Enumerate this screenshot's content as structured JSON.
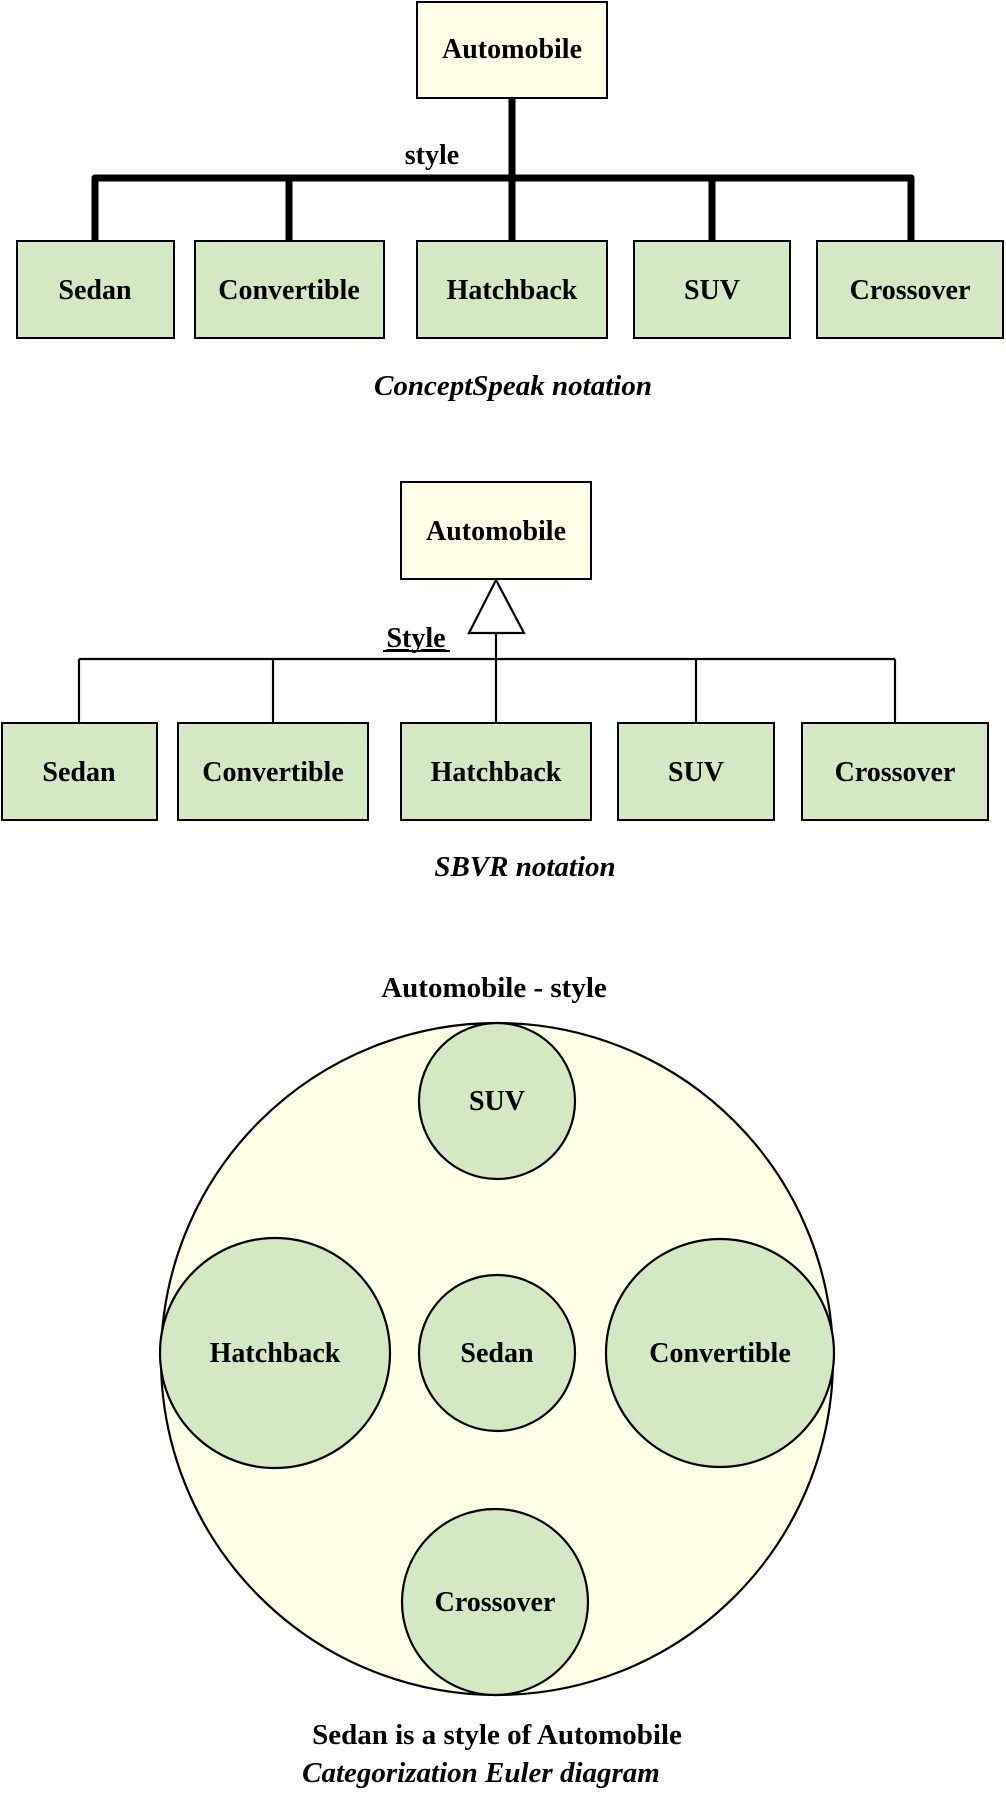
{
  "colors": {
    "supertype_fill": "#fefee6",
    "subtype_fill": "#d5e8c4",
    "stroke": "#000000",
    "background": "#ffffff"
  },
  "conceptspeak": {
    "supertype": "Automobile",
    "facet_label": "style",
    "subtypes": [
      "Sedan",
      "Convertible",
      "Hatchback",
      "SUV",
      "Crossover"
    ],
    "caption": "ConceptSpeak notation"
  },
  "sbvr": {
    "supertype": "Automobile",
    "facet_label": "Style",
    "subtypes": [
      "Sedan",
      "Convertible",
      "Hatchback",
      "SUV",
      "Crossover"
    ],
    "caption": "SBVR notation"
  },
  "euler": {
    "title": "Automobile - style",
    "outer_set": "Automobile",
    "subsets": [
      "SUV",
      "Hatchback",
      "Sedan",
      "Convertible",
      "Crossover"
    ],
    "statement": "Sedan is a style of Automobile",
    "caption": "Categorization Euler diagram"
  }
}
